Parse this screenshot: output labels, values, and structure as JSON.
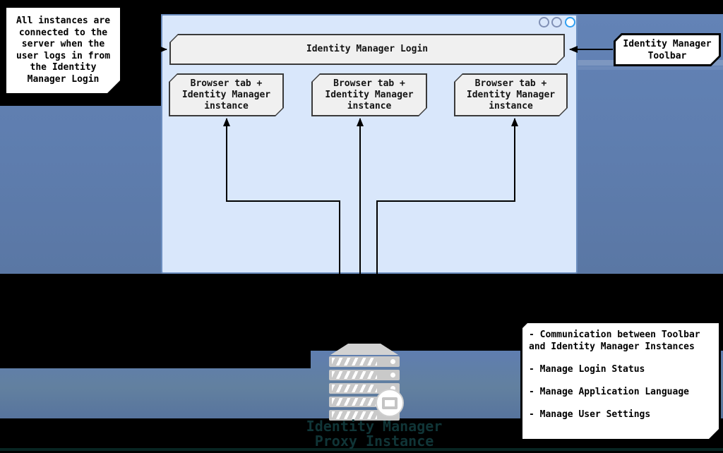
{
  "annotation_left": {
    "lines": [
      "All instances are",
      "connected to the",
      "server when the",
      "user logs in from",
      "the Identity",
      "Manager Login"
    ]
  },
  "browser_window": {
    "login_label": "Identity Manager Login",
    "window_controls": [
      "circle",
      "circle",
      "circle-active"
    ],
    "tab_lines": [
      "Browser tab +",
      "Identity Manager",
      "instance"
    ],
    "tab_count": 3
  },
  "annotation_toolbar": {
    "lines": [
      "Identity Manager",
      "Toolbar"
    ]
  },
  "features_box": {
    "items": [
      "- Communication between Toolbar and Identity Manager Instances",
      "- Manage Login Status",
      "- Manage Application Language",
      "- Manage User Settings"
    ]
  },
  "server": {
    "icon": "server-stack-icon",
    "badge_icon": "monitor-badge-icon",
    "label_lines": [
      "Identity Manager",
      "Proxy Instance"
    ]
  },
  "colors": {
    "background": "#000000",
    "backdrop_blue": "#5e7dae",
    "window_fill": "#d9e7fb",
    "window_border": "#6c8ebf",
    "card_fill": "#f0f0f0",
    "card_border": "#3a3a3a",
    "callout_fill": "#ffffff",
    "callout_border": "#000000",
    "arrow": "#000000",
    "window_circle_active": "#2f9ff2",
    "window_circle_inactive": "#8090b5",
    "server_gray": "#c9c9c9",
    "server_label_teal": "#103537"
  }
}
